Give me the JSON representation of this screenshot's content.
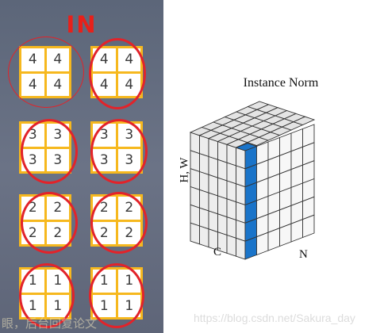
{
  "left": {
    "title": "IN",
    "caption": "眼，后台回复论文",
    "grids": [
      {
        "value": "4",
        "ring": "thin"
      },
      {
        "value": "4",
        "ring": "bold"
      },
      {
        "value": "3",
        "ring": "bold"
      },
      {
        "value": "3",
        "ring": "bold"
      },
      {
        "value": "2",
        "ring": "bold"
      },
      {
        "value": "2",
        "ring": "bold"
      },
      {
        "value": "1",
        "ring": "bold"
      },
      {
        "value": "1",
        "ring": "bold"
      }
    ]
  },
  "right": {
    "title": "Instance Norm",
    "axis_hw": "H, W",
    "axis_c": "C",
    "axis_n": "N"
  },
  "watermark": "https://blog.csdn.net/Sakura_day",
  "colors": {
    "grid_border": "#f6b81e",
    "ring": "#e2232a",
    "title_red": "#e8201a",
    "highlight": "#1a74c9"
  }
}
